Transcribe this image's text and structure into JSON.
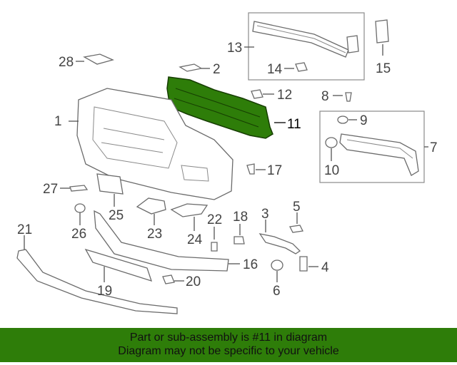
{
  "diagram": {
    "highlight_color": "#2e7d09",
    "callouts": {
      "c1": "1",
      "c2": "2",
      "c3": "3",
      "c4": "4",
      "c5": "5",
      "c6": "6",
      "c7": "7",
      "c8": "8",
      "c9": "9",
      "c10": "10",
      "c11": "11",
      "c12": "12",
      "c13": "13",
      "c14": "14",
      "c15": "15",
      "c16": "16",
      "c17": "17",
      "c18": "18",
      "c19": "19",
      "c20": "20",
      "c21": "21",
      "c22": "22",
      "c23": "23",
      "c24": "24",
      "c25": "25",
      "c26": "26",
      "c27": "27",
      "c28": "28"
    }
  },
  "banner": {
    "line1": "Part or sub-assembly is #11 in diagram",
    "line2": "Diagram may not be specific to your vehicle",
    "background": "#2e7d09"
  }
}
